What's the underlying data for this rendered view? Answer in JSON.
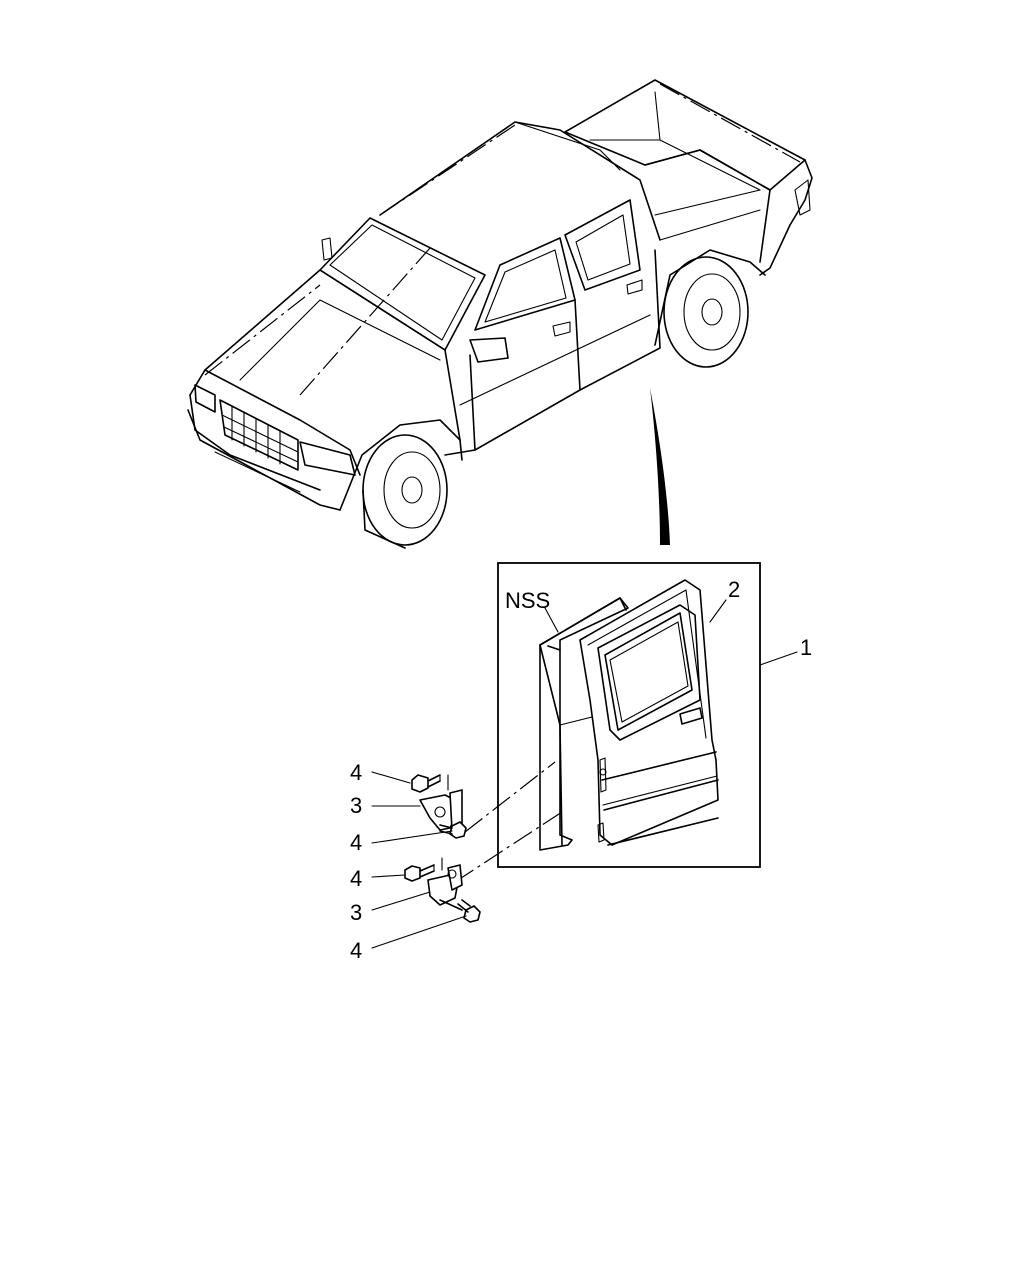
{
  "callouts": {
    "nss": "NSS",
    "door_shell": "2",
    "door_assembly": "1",
    "hinge_upper": "3",
    "hinge_lower": "3",
    "bolt_upper_top": "4",
    "bolt_upper_bottom": "4",
    "bolt_lower_top": "4",
    "bolt_lower_bottom": "4"
  },
  "colors": {
    "line": "#000000",
    "background": "#ffffff"
  }
}
